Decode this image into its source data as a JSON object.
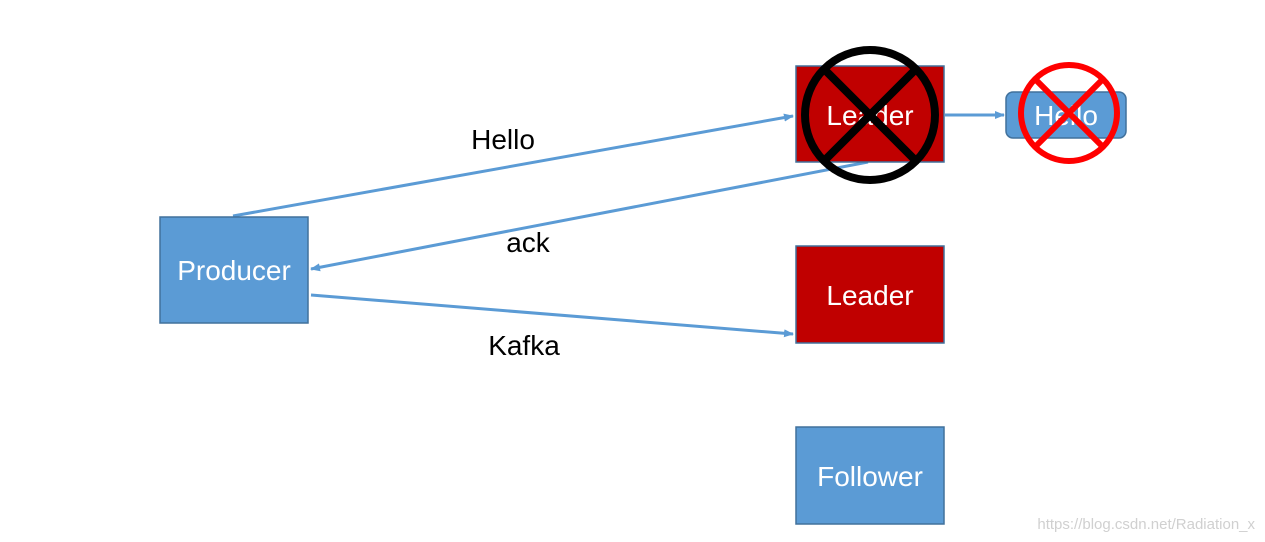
{
  "nodes": {
    "producer": {
      "label": "Producer"
    },
    "leader_top": {
      "label": "Leader"
    },
    "leader_mid": {
      "label": "Leader"
    },
    "follower": {
      "label": "Follower"
    },
    "hello_message": {
      "label": "Hello"
    }
  },
  "edges": {
    "hello": {
      "label": "Hello"
    },
    "ack": {
      "label": "ack"
    },
    "kafka": {
      "label": "Kafka"
    }
  },
  "watermark": "https://blog.csdn.net/Radiation_x",
  "colors": {
    "node_blue": "#5b9bd5",
    "node_blue_border": "#41719c",
    "leader_red": "#c00000",
    "leader_border": "#41719c",
    "arrow": "#5b9bd5",
    "cross_black": "#000000",
    "cross_red": "#ff0000"
  }
}
